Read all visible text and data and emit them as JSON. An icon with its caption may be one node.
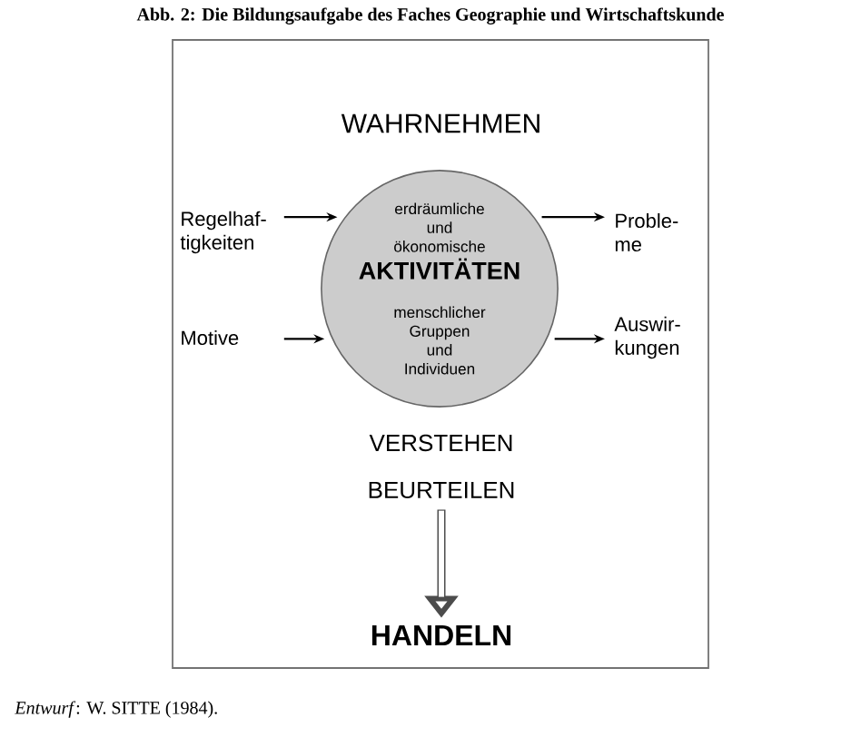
{
  "diagram": {
    "title": "Abb. 2: Die Bildungsaufgabe des Faches Geographie und Wirtschaftskunde",
    "caption": "*Entwurf*: W. SITTE (1984).",
    "nodes": [
      {
        "text": [],
        "shape": "box"
      },
      {
        "text": [
          "WAHRNEHMEN"
        ],
        "in": 0
      },
      {
        "text": [
          "Regelhaf- tigkeiten"
        ],
        "in": 0
      },
      {
        "text": [
          "Motive"
        ],
        "in": 0
      },
      {
        "text": [
          "erdräumliche und ökonomische",
          "AKTIVITÄTEN",
          "menschlicher Gruppen und Individuen"
        ],
        "in": 0
      },
      {
        "text": [
          "Proble- me"
        ],
        "in": 0
      },
      {
        "text": [
          "Auswir- kungen"
        ],
        "in": 0
      },
      {
        "text": [
          "VERSTEHEN"
        ],
        "in": 0
      },
      {
        "text": [
          "BEURTEILEN"
        ],
        "in": 0
      },
      {
        "text": [
          "HANDELN"
        ],
        "in": 0
      }
    ],
    "edges": [
      {
        "from": 2,
        "to": 4,
        "arrow": "to"
      },
      {
        "from": 3,
        "to": 4,
        "arrow": "to"
      },
      {
        "from": 4,
        "to": 5,
        "arrow": "to"
      },
      {
        "from": 4,
        "to": 6,
        "arrow": "to"
      },
      {
        "from": 8,
        "to": 9,
        "arrow": "to",
        "style": "thick"
      }
    ]
  }
}
